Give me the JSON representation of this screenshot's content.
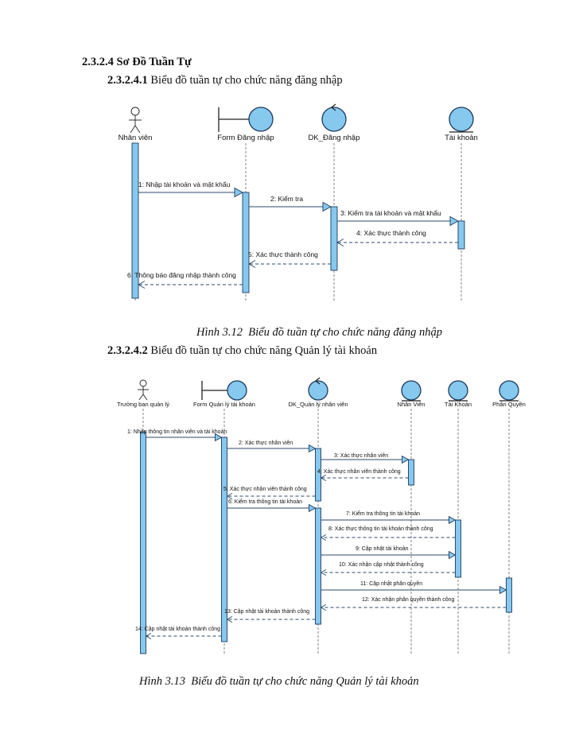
{
  "section": {
    "title": "2.3.2.4 Sơ Đồ Tuần Tự"
  },
  "subsections": [
    {
      "number": "2.3.2.4.1",
      "title": "Biểu đồ tuần tự cho chức năng đăng nhập"
    },
    {
      "number": "2.3.2.4.2",
      "title": "Biểu đồ tuần tự cho chức năng Quản lý tài khoản"
    }
  ],
  "figures": [
    {
      "caption": "Hình 3.12  Biểu đồ tuần tự cho chức năng đăng nhập",
      "diagram": {
        "lifelines": [
          {
            "name": "Nhân viên",
            "icon": "actor-icon"
          },
          {
            "name": "Form Đăng nhập",
            "icon": "boundary-icon"
          },
          {
            "name": "DK_Đăng nhập",
            "icon": "control-icon"
          },
          {
            "name": "Tài khoản",
            "icon": "entity-icon"
          }
        ],
        "messages": [
          {
            "label": "1: Nhập tài khoản và mật khẩu",
            "from": 0,
            "to": 1,
            "reply": false
          },
          {
            "label": "2: Kiểm tra",
            "from": 1,
            "to": 2,
            "reply": false
          },
          {
            "label": "3: Kiểm tra tài khoản và mật khẩu",
            "from": 2,
            "to": 3,
            "reply": false
          },
          {
            "label": "4: Xác thực thành công",
            "from": 3,
            "to": 2,
            "reply": true
          },
          {
            "label": "5: Xác thực thành công",
            "from": 2,
            "to": 1,
            "reply": true
          },
          {
            "label": "6: Thông báo đăng nhập thành công",
            "from": 1,
            "to": 0,
            "reply": true
          }
        ]
      }
    },
    {
      "caption": "Hình 3.13  Biểu đồ tuần tự cho chức năng Quản lý tài khoản",
      "diagram": {
        "lifelines": [
          {
            "name": "Trưởng ban quản lý",
            "icon": "actor-icon"
          },
          {
            "name": "Form Quản lý tài khoản",
            "icon": "boundary-icon"
          },
          {
            "name": "DK_Quản lý nhân viên",
            "icon": "control-icon"
          },
          {
            "name": "Nhân Viên",
            "icon": "entity-icon"
          },
          {
            "name": "Tài Khoản",
            "icon": "entity-icon"
          },
          {
            "name": "Phân Quyền",
            "icon": "entity-icon"
          }
        ],
        "messages": [
          {
            "label": "1: Nhập thông tin nhân viên và tài khoản",
            "from": 0,
            "to": 1,
            "reply": false
          },
          {
            "label": "2: Xác thực nhân viên",
            "from": 1,
            "to": 2,
            "reply": false
          },
          {
            "label": "3: Xác thực nhân viên",
            "from": 2,
            "to": 3,
            "reply": false
          },
          {
            "label": "4: Xác thực nhân viên thành công",
            "from": 3,
            "to": 2,
            "reply": true
          },
          {
            "label": "5: Xác thực nhân viên thành công",
            "from": 2,
            "to": 1,
            "reply": true
          },
          {
            "label": "6: Kiểm tra thông tin tài khoản",
            "from": 1,
            "to": 2,
            "reply": false
          },
          {
            "label": "7: Kiểm tra thông tin tài khoản",
            "from": 2,
            "to": 4,
            "reply": false
          },
          {
            "label": "8: Xác thực thông tin tài khoản thành công",
            "from": 4,
            "to": 2,
            "reply": true
          },
          {
            "label": "9: Cập nhật tài khoản",
            "from": 2,
            "to": 4,
            "reply": false
          },
          {
            "label": "10: Xác nhận cập nhật thành công",
            "from": 4,
            "to": 2,
            "reply": true
          },
          {
            "label": "11: Cập nhật phân quyền",
            "from": 2,
            "to": 5,
            "reply": false
          },
          {
            "label": "12: Xác nhận phân quyền thành công",
            "from": 5,
            "to": 2,
            "reply": true
          },
          {
            "label": "13: Cập nhật tài khoản thành công",
            "from": 2,
            "to": 1,
            "reply": true
          },
          {
            "label": "14: Cập nhật tài khoản thành công",
            "from": 1,
            "to": 0,
            "reply": true
          }
        ]
      }
    }
  ],
  "colors": {
    "shape_fill": "#86c8ee",
    "shape_stroke": "#1f3b5c",
    "line": "#2c4a68",
    "lifeline": "#666666",
    "figure_stroke": "#222222"
  }
}
